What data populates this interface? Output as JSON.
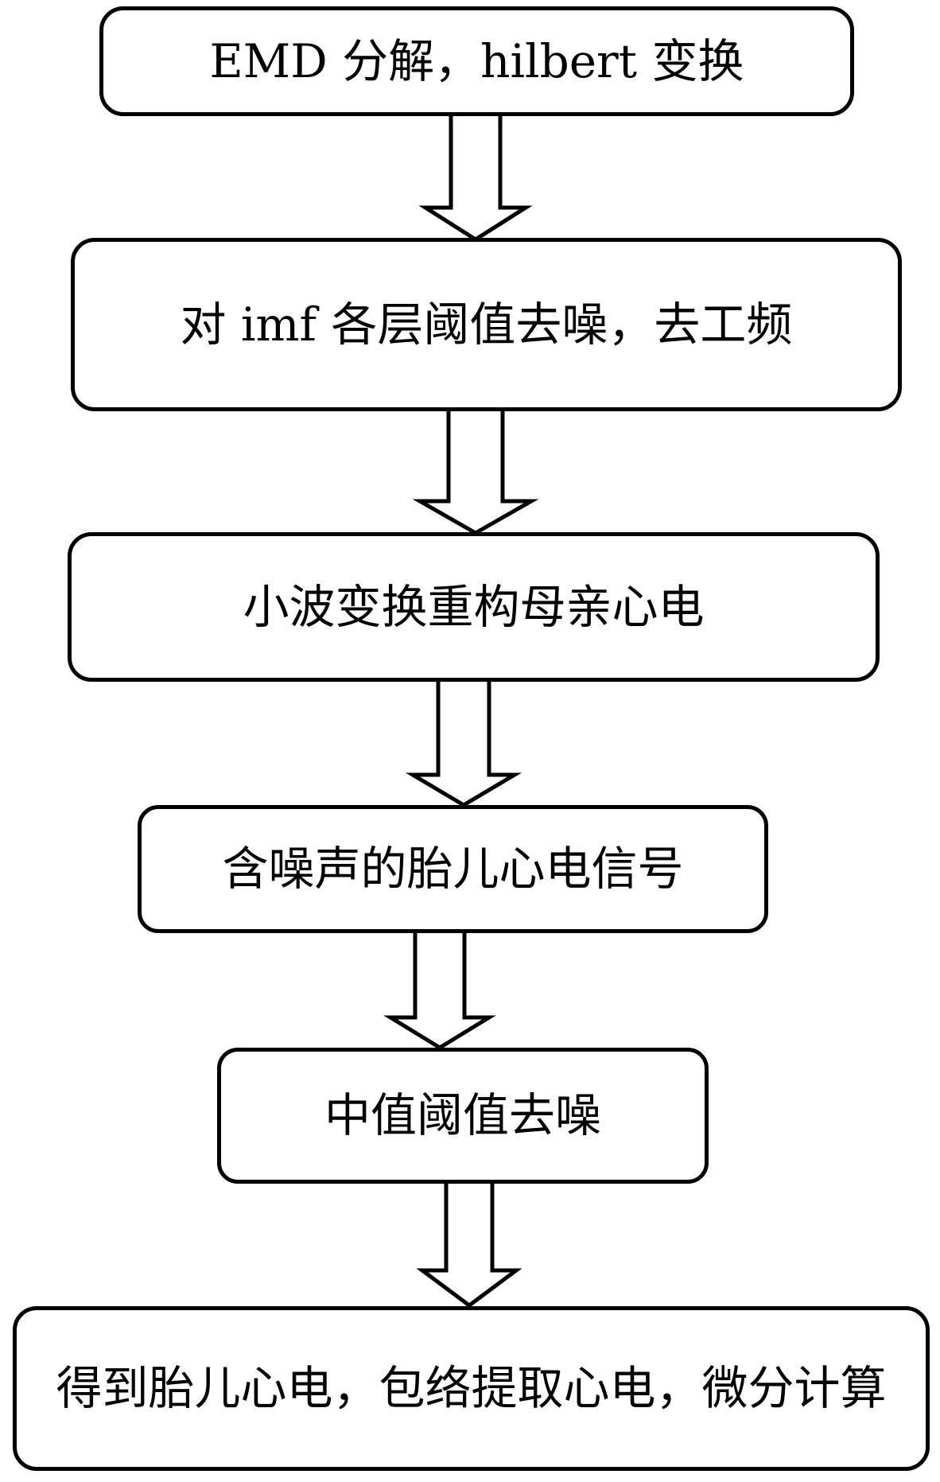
{
  "diagram": {
    "type": "flowchart",
    "direction": "top-down",
    "colors": {
      "stroke": "#000000",
      "background": "#ffffff",
      "text": "#000000"
    },
    "steps": [
      {
        "id": 1,
        "label": "EMD 分解，hilbert 变换"
      },
      {
        "id": 2,
        "label": "对 imf 各层阈值去噪，去工频"
      },
      {
        "id": 3,
        "label": "小波变换重构母亲心电"
      },
      {
        "id": 4,
        "label": "含噪声的胎儿心电信号"
      },
      {
        "id": 5,
        "label": "中值阈值去噪"
      },
      {
        "id": 6,
        "label": "得到胎儿心电，包络提取心电，微分计算"
      }
    ],
    "connectors": [
      {
        "from": 1,
        "to": 2,
        "style": "hollow-block-arrow-down"
      },
      {
        "from": 2,
        "to": 3,
        "style": "hollow-block-arrow-down"
      },
      {
        "from": 3,
        "to": 4,
        "style": "hollow-block-arrow-down"
      },
      {
        "from": 4,
        "to": 5,
        "style": "hollow-block-arrow-down"
      },
      {
        "from": 5,
        "to": 6,
        "style": "hollow-block-arrow-down"
      }
    ]
  }
}
